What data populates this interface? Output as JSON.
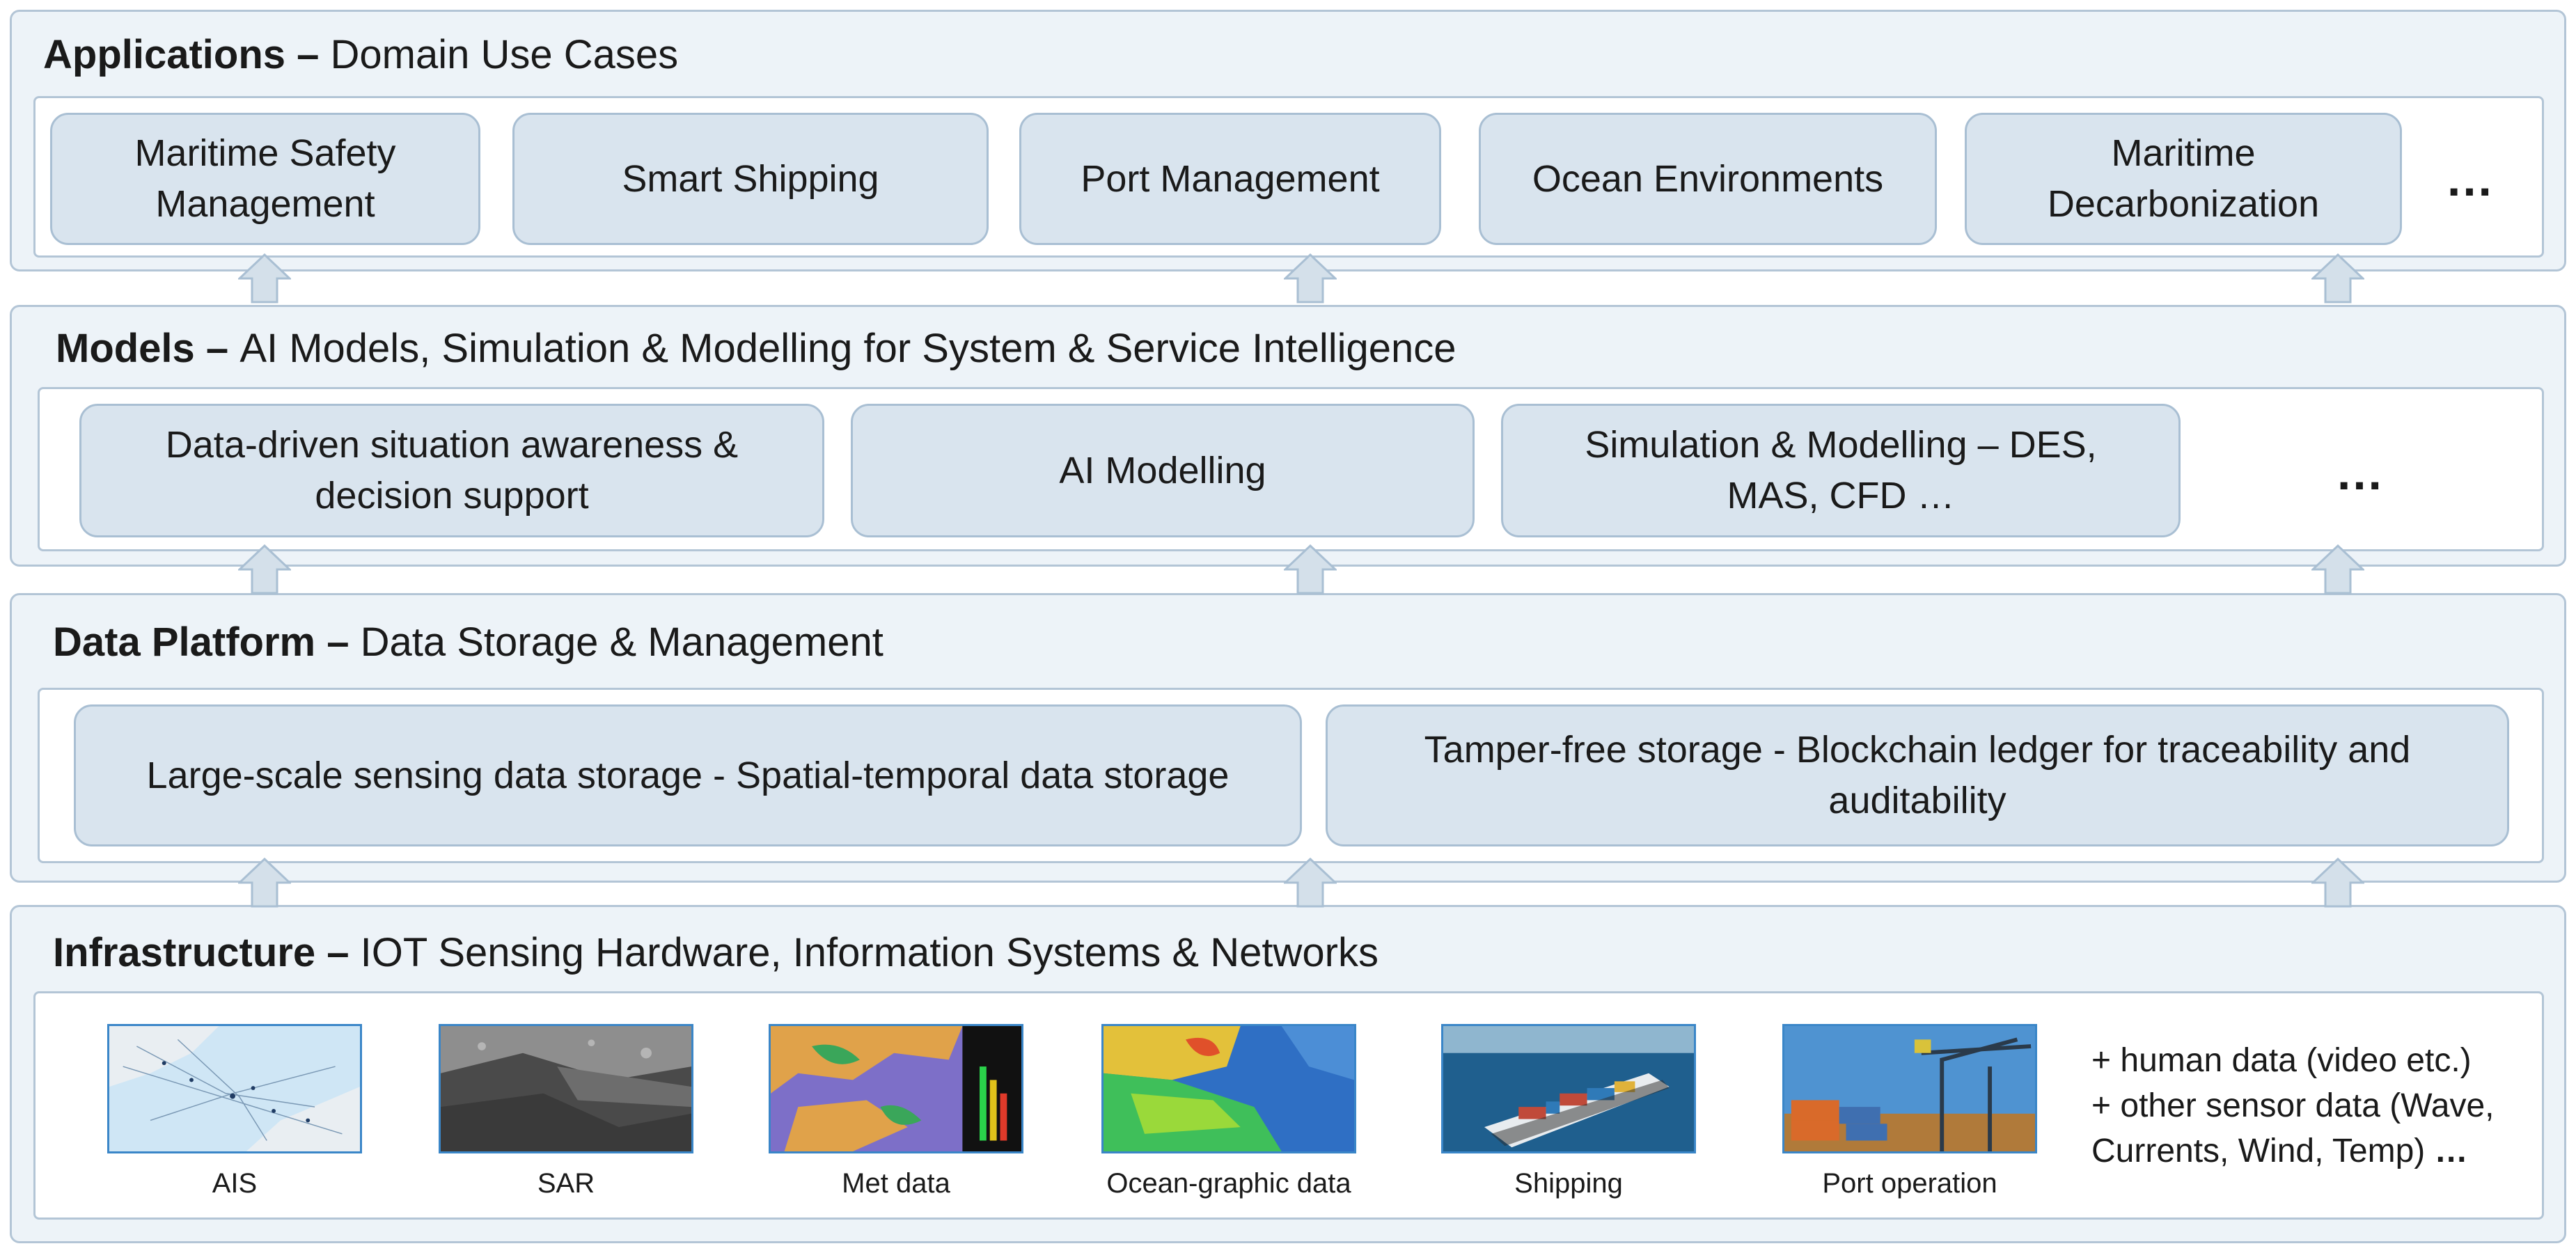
{
  "layers": {
    "applications": {
      "title": "Applications",
      "dash": " – ",
      "subtitle": "Domain Use Cases",
      "boxes": [
        "Maritime Safety Management",
        "Smart Shipping",
        "Port Management",
        "Ocean Environments",
        "Maritime Decarbonization"
      ],
      "more": "…"
    },
    "models": {
      "title": "Models",
      "dash": " – ",
      "subtitle": "AI Models, Simulation &  Modelling for System & Service Intelligence",
      "boxes": [
        "Data-driven situation awareness & decision support",
        "AI Modelling",
        "Simulation & Modelling – DES, MAS, CFD …"
      ],
      "more": "…"
    },
    "data_platform": {
      "title": "Data Platform",
      "dash": " – ",
      "subtitle": "Data Storage & Management",
      "boxes": [
        "Large-scale sensing data storage - Spatial-temporal data storage",
        "Tamper-free storage - Blockchain ledger for traceability and auditability"
      ]
    },
    "infrastructure": {
      "title": "Infrastructure",
      "dash": " – ",
      "subtitle": "IOT Sensing Hardware, Information Systems & Networks",
      "sources": [
        {
          "label": "AIS",
          "image": "ais-map-image"
        },
        {
          "label": "SAR",
          "image": "sar-radar-image"
        },
        {
          "label": "Met data",
          "image": "met-weather-map-image"
        },
        {
          "label": "Ocean-graphic data",
          "image": "ocean-graphic-map-image"
        },
        {
          "label": "Shipping",
          "image": "container-ship-photo"
        },
        {
          "label": "Port operation",
          "image": "port-crane-photo"
        }
      ],
      "extra_line1": "+ human data (video etc.)",
      "extra_line2": "+ other sensor data (Wave,",
      "extra_line3": "Currents, Wind, Temp) ",
      "extra_ellipsis": "…"
    }
  },
  "colors": {
    "layer_fill": "#edf3f8",
    "layer_border": "#b3c5d6",
    "box_fill": "#d9e4ee",
    "box_border": "#a9bfd3",
    "arrow_fill": "#d4e0ea",
    "image_border": "#3a86c8"
  }
}
